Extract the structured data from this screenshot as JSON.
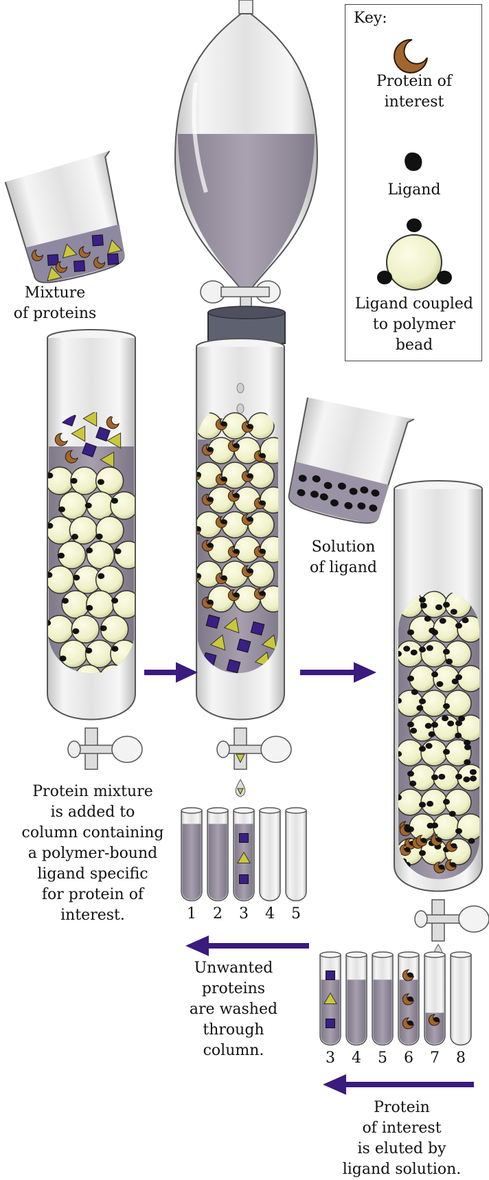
{
  "key": {
    "title": "Key:",
    "protein_label": "Protein of\ninterest",
    "ligand_label": "Ligand",
    "bead_label": "Ligand coupled\nto polymer\nbead"
  },
  "labels": {
    "mixture": "Mixture\nof proteins",
    "solution": "Solution\nof ligand",
    "step1": "Protein mixture\nis added to\ncolumn containing\na polymer-bound\nligand specific\nfor protein of\ninterest.",
    "step2": "Unwanted\nproteins\nare washed\nthrough\ncolumn.",
    "step3": "Protein\nof interest\nis eluted by\nligand solution."
  },
  "fractions_a": [
    "1",
    "2",
    "3",
    "4",
    "5"
  ],
  "fractions_b": [
    "3",
    "4",
    "5",
    "6",
    "7",
    "8"
  ],
  "colors": {
    "bead": "#eef0c6",
    "liquid": "#9a91a3",
    "protein_of_interest": "#a0662e",
    "square_protein": "#3a1f85",
    "triangle_protein": "#c9c83a",
    "ligand": "#111111",
    "arrow": "#3a1b7e"
  }
}
